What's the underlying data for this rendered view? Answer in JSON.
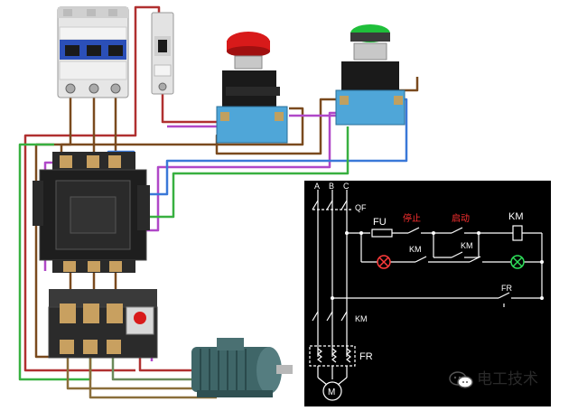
{
  "schematic": {
    "phase_a": "A",
    "phase_b": "B",
    "phase_c": "C",
    "breaker": "QF",
    "fuse": "FU",
    "stop_button": "停止",
    "start_button": "启动",
    "contactor_coil": "KM",
    "contactor_aux_contact": "KM",
    "hold_contact": "KM",
    "overload_contact": "FR",
    "main_contacts": "KM",
    "thermal_relay": "FR",
    "motor": "M"
  },
  "watermark": {
    "text": "电工技术"
  },
  "colors": {
    "stop_red": "#d81a1a",
    "start_green": "#1fbf3a",
    "schematic_bg": "#000000",
    "schematic_line": "#ffffff",
    "lamp_red": "#ff3b3b",
    "lamp_green": "#2ee05a",
    "wire_red": "#b03030",
    "wire_brown": "#7a4a1e",
    "wire_purple": "#b048c8",
    "wire_blue": "#3a78d8",
    "wire_green": "#38b040"
  }
}
